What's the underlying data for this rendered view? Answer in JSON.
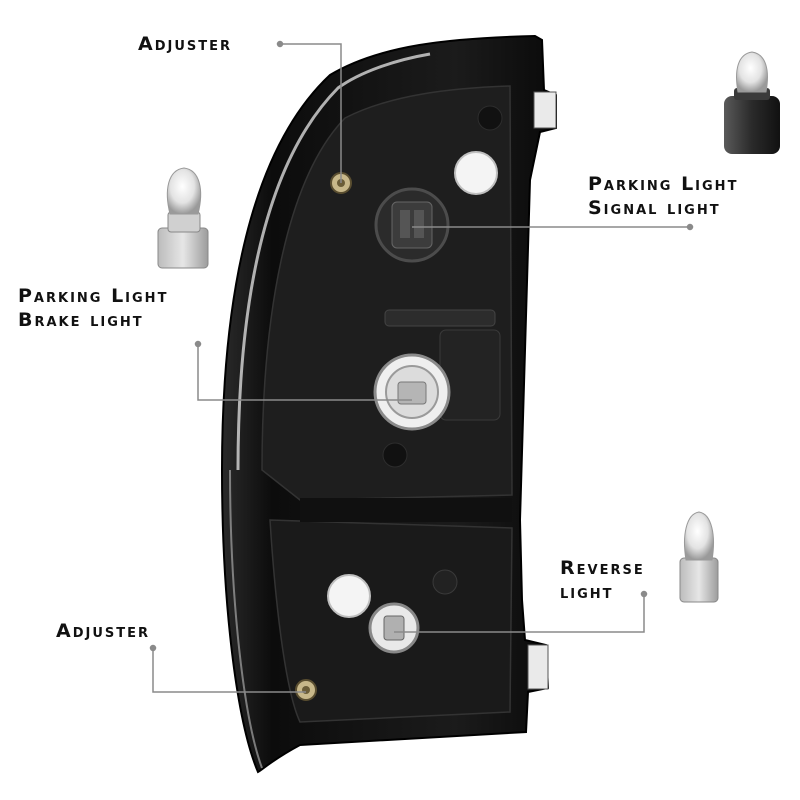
{
  "labels": {
    "adjuster_top": "Adjuster",
    "parking_brake_line1": "Parking Light",
    "parking_brake_line2": "Brake light",
    "parking_signal_line1": "Parking Light",
    "parking_signal_line2": "Signal light",
    "reverse_line1": "Reverse",
    "reverse_line2": "light",
    "adjuster_bottom": "Adjuster"
  },
  "colors": {
    "housing": "#141414",
    "callout_line": "#8a8a8a",
    "text": "#111111",
    "background": "#ffffff"
  }
}
